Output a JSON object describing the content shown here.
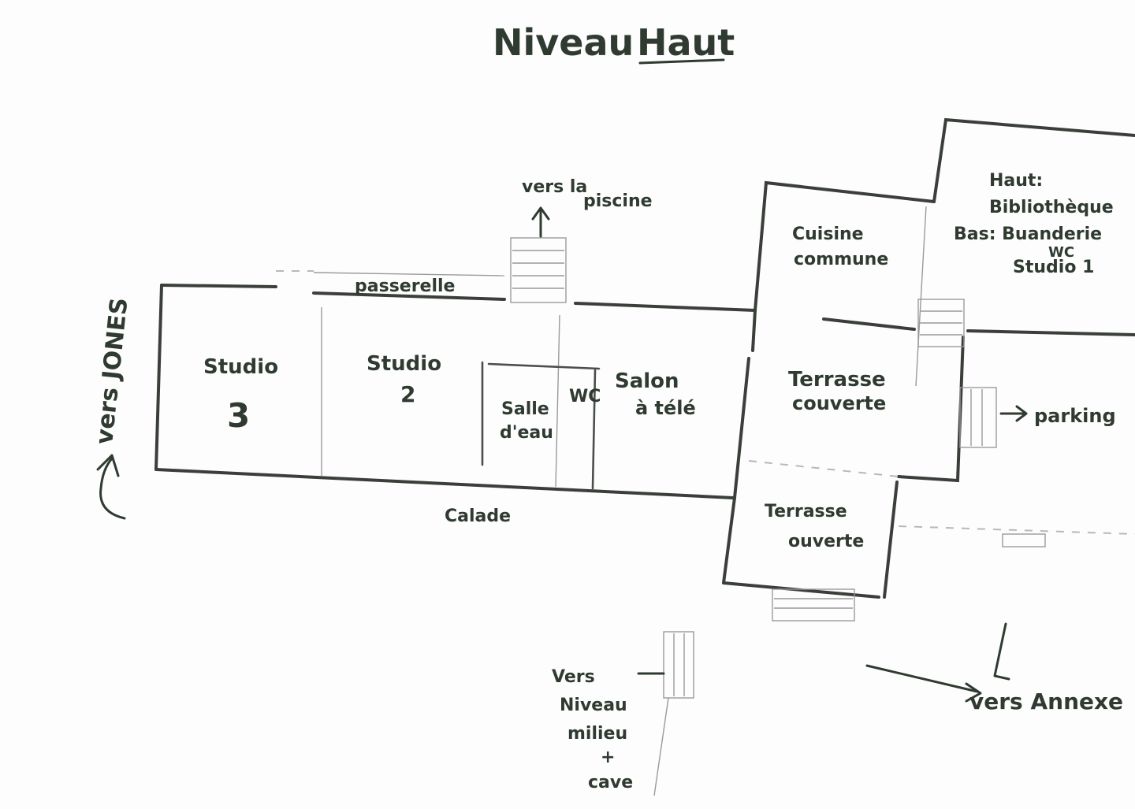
{
  "sheet_title": {
    "word1": "Niveau",
    "word2": "Haut"
  },
  "rooms": {
    "studio3": {
      "line1": "Studio",
      "line2": "3"
    },
    "studio2": {
      "line1": "Studio",
      "line2": "2"
    },
    "salle_eau": {
      "line1": "Salle",
      "line2": "d'eau"
    },
    "wc": "WC",
    "salon": {
      "line1": "Salon",
      "line2": "à télé"
    },
    "cuisine": {
      "line1": "Cuisine",
      "line2": "commune"
    },
    "terrasse_couverte": {
      "line1": "Terrasse",
      "line2": "couverte"
    },
    "terrasse_ouverte": {
      "line1": "Terrasse",
      "line2": "ouverte"
    },
    "annex_block": {
      "line1": "Haut:",
      "line2": "Bibliothèque",
      "line3": "Bas: Buanderie",
      "line4": "WC",
      "line5": "Studio 1"
    }
  },
  "features": {
    "passerelle": "passerelle",
    "calade": "Calade"
  },
  "directions": {
    "piscine": {
      "line1": "vers la",
      "line2": "piscine"
    },
    "jones": "vers JONES",
    "parking": "parking",
    "annexe": "vers Annexe",
    "niveau_milieu": {
      "line1": "Vers",
      "line2": "Niveau",
      "line3": "milieu",
      "line4": "+",
      "line5": "cave"
    }
  },
  "colors": {
    "ink": "#2f3a30",
    "pencil": "#9a9a9a",
    "paper": "#fdfdfd"
  }
}
